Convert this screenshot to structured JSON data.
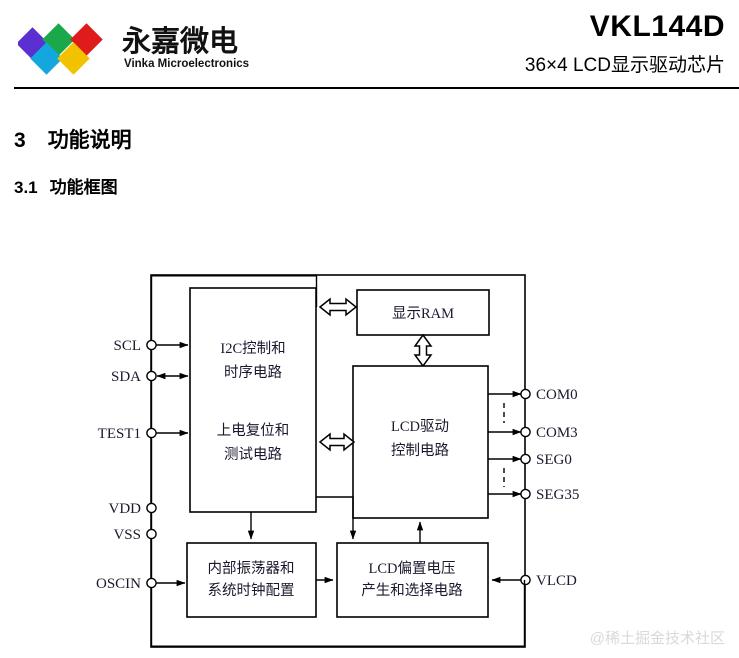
{
  "header": {
    "logo": {
      "wordmark_cn": "永嘉微电",
      "wordmark_en": "Vinka Microelectronics",
      "diamond_colors": [
        "#5b2fd0",
        "#1aa84a",
        "#e01b1b",
        "#14a7dd",
        "#f2c200"
      ]
    },
    "part_number": "VKL144D",
    "subtitle": "36×4 LCD显示驱动芯片"
  },
  "sections": {
    "main": {
      "number": "3",
      "title": "功能说明"
    },
    "sub": {
      "number": "3.1",
      "title": "功能框图"
    }
  },
  "diagram": {
    "blocks": [
      {
        "id": "i2c",
        "lines": [
          "I2C控制和",
          "时序电路"
        ]
      },
      {
        "id": "por",
        "lines": [
          "上电复位和",
          "测试电路"
        ]
      },
      {
        "id": "ram",
        "lines": [
          "显示RAM"
        ]
      },
      {
        "id": "lcd",
        "lines": [
          "LCD驱动",
          "控制电路"
        ]
      },
      {
        "id": "osc",
        "lines": [
          "内部振荡器和",
          "系统时钟配置"
        ]
      },
      {
        "id": "bias",
        "lines": [
          "LCD偏置电压",
          "产生和选择电路"
        ]
      }
    ],
    "pins_left": [
      {
        "name": "SCL",
        "direction": "in"
      },
      {
        "name": "SDA",
        "direction": "bidir"
      },
      {
        "name": "TEST1",
        "direction": "in"
      },
      {
        "name": "VDD",
        "direction": "power"
      },
      {
        "name": "VSS",
        "direction": "power"
      },
      {
        "name": "OSCIN",
        "direction": "in"
      }
    ],
    "pins_right": [
      {
        "name": "COM0",
        "direction": "out"
      },
      {
        "name": "COM3",
        "direction": "out"
      },
      {
        "name": "SEG0",
        "direction": "out"
      },
      {
        "name": "SEG35",
        "direction": "out"
      },
      {
        "name": "VLCD",
        "direction": "in"
      }
    ]
  },
  "watermark": "@稀土掘金技术社区"
}
